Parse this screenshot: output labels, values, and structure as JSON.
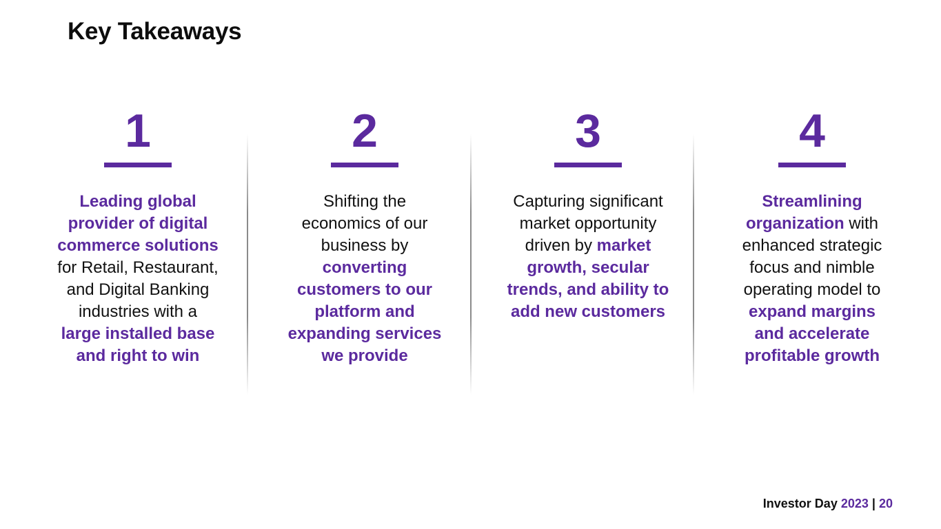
{
  "title": "Key Takeaways",
  "accent_color": "#5b2a9e",
  "columns": [
    {
      "number": "1",
      "lines": [
        [
          {
            "t": "Leading global",
            "b": true
          }
        ],
        [
          {
            "t": "provider of digital",
            "b": true
          }
        ],
        [
          {
            "t": "commerce solutions",
            "b": true
          }
        ],
        [
          {
            "t": "for Retail, Restaurant,",
            "b": false
          }
        ],
        [
          {
            "t": "and Digital Banking",
            "b": false
          }
        ],
        [
          {
            "t": "industries with a",
            "b": false
          }
        ],
        [
          {
            "t": "large installed base",
            "b": true
          }
        ],
        [
          {
            "t": "and right to win",
            "b": true
          }
        ]
      ]
    },
    {
      "number": "2",
      "lines": [
        [
          {
            "t": "Shifting the",
            "b": false
          }
        ],
        [
          {
            "t": "economics of our",
            "b": false
          }
        ],
        [
          {
            "t": "business by",
            "b": false
          }
        ],
        [
          {
            "t": "converting",
            "b": true
          }
        ],
        [
          {
            "t": "customers to our",
            "b": true
          }
        ],
        [
          {
            "t": "platform and",
            "b": true
          }
        ],
        [
          {
            "t": "expanding services",
            "b": true
          }
        ],
        [
          {
            "t": "we provide",
            "b": true
          }
        ]
      ]
    },
    {
      "number": "3",
      "lines": [
        [
          {
            "t": "Capturing significant",
            "b": false
          }
        ],
        [
          {
            "t": "market opportunity",
            "b": false
          }
        ],
        [
          {
            "t": "driven by ",
            "b": false
          },
          {
            "t": "market",
            "b": true
          }
        ],
        [
          {
            "t": "growth, secular",
            "b": true
          }
        ],
        [
          {
            "t": "trends, and ability to",
            "b": true
          }
        ],
        [
          {
            "t": "add new customers",
            "b": true
          }
        ]
      ]
    },
    {
      "number": "4",
      "lines": [
        [
          {
            "t": "Streamlining",
            "b": true
          }
        ],
        [
          {
            "t": "organization",
            "b": true
          },
          {
            "t": " with",
            "b": false
          }
        ],
        [
          {
            "t": "enhanced strategic",
            "b": false
          }
        ],
        [
          {
            "t": "focus and nimble",
            "b": false
          }
        ],
        [
          {
            "t": "operating model to",
            "b": false
          }
        ],
        [
          {
            "t": "expand margins",
            "b": true
          }
        ],
        [
          {
            "t": "and accelerate",
            "b": true
          }
        ],
        [
          {
            "t": "profitable growth",
            "b": true
          }
        ]
      ]
    }
  ],
  "footer": {
    "event": "Investor Day",
    "year": "2023",
    "separator": "|",
    "page": "20"
  }
}
